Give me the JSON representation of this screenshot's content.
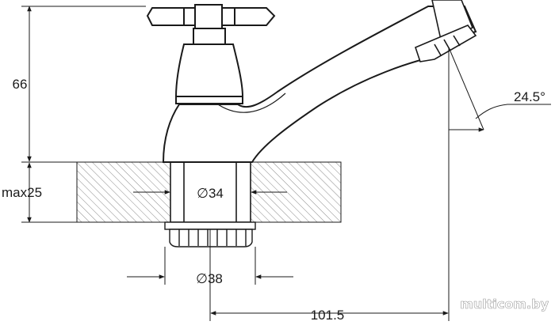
{
  "dimensions": {
    "height_label": "66",
    "thickness_label": "max25",
    "inner_diameter_label": "∅34",
    "outer_diameter_label": "∅38",
    "reach_label": "101.5",
    "angle_label": "24.5°"
  },
  "watermark": "multicom.by",
  "colors": {
    "line": "#1a1a1a",
    "hatch": "#8a8a8a"
  }
}
